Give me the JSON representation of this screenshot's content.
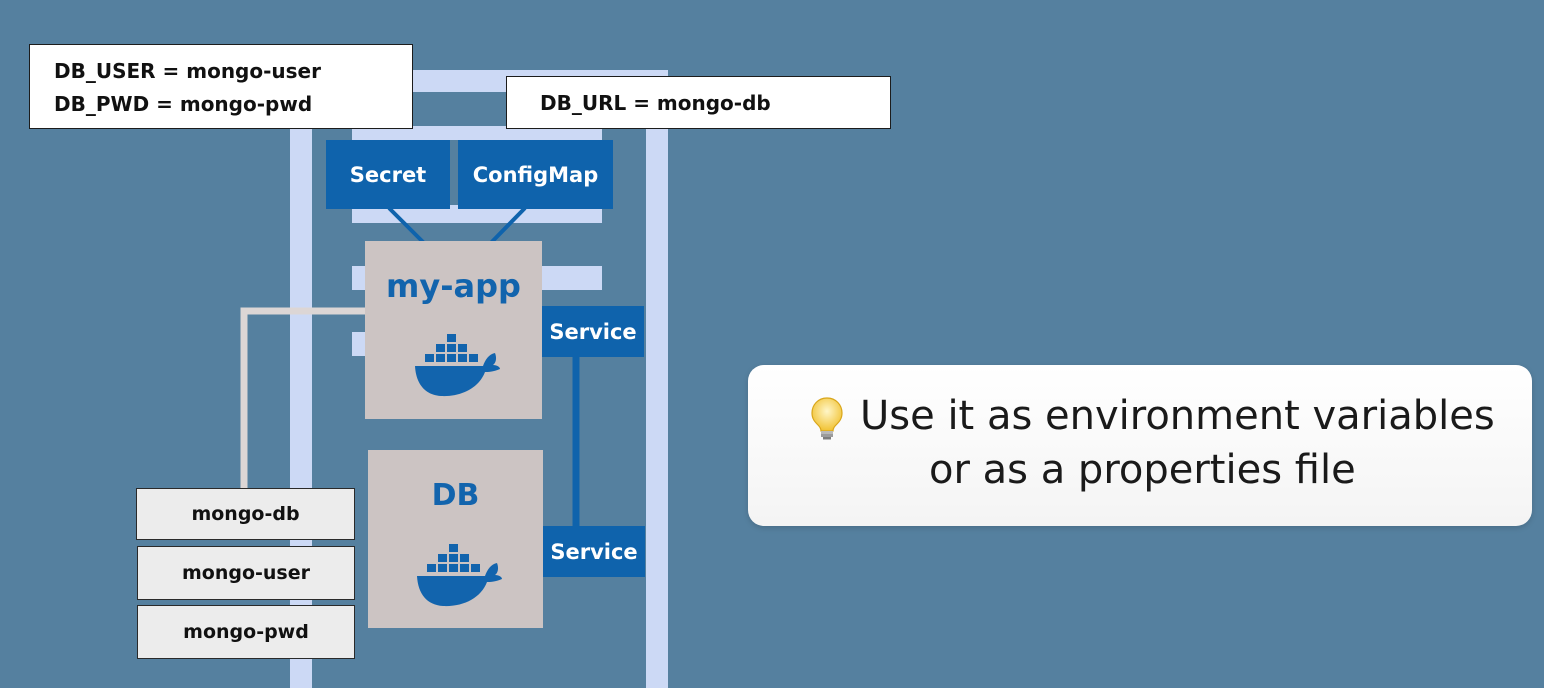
{
  "env_vars": {
    "secret_line1": "DB_USER = mongo-user",
    "secret_line2": "DB_PWD = mongo-pwd",
    "configmap_line": "DB_URL = mongo-db"
  },
  "components": {
    "secret_label": "Secret",
    "configmap_label": "ConfigMap",
    "app_title": "my-app",
    "db_title": "DB",
    "service_app_label": "Service",
    "service_db_label": "Service"
  },
  "values": {
    "items": [
      "mongo-db",
      "mongo-user",
      "mongo-pwd"
    ]
  },
  "callout": {
    "icon": "lightbulb-icon",
    "line1": "Use it as environment variables",
    "line2": "or as a properties file"
  },
  "colors": {
    "background": "#55809f",
    "component_blue": "#0f63ac",
    "pod_gray": "#ccc4c3",
    "node_frame": "#ccd9f5"
  }
}
